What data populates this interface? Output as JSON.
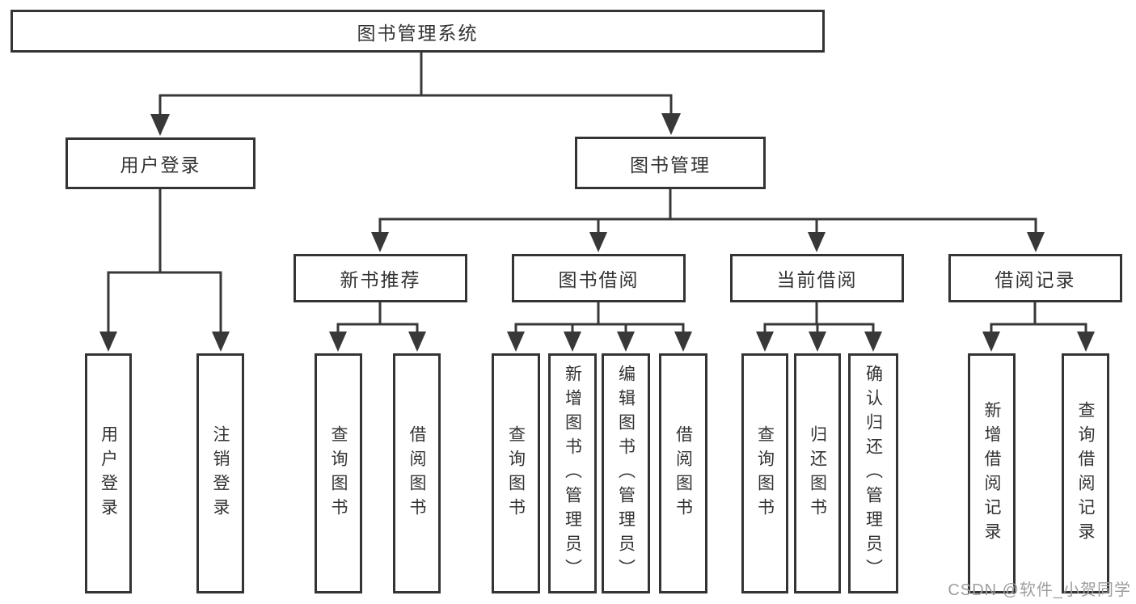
{
  "diagram": {
    "root_label": "图书管理系统",
    "level2": [
      {
        "label": "用户登录",
        "leaves": [
          "用户登录",
          "注销登录"
        ]
      },
      {
        "label": "图书管理",
        "groups": [
          {
            "label": "新书推荐",
            "leaves": [
              "查询图书",
              "借阅图书"
            ]
          },
          {
            "label": "图书借阅",
            "leaves": [
              "查询图书",
              "新增图书（管理员）",
              "编辑图书（管理员）",
              "借阅图书"
            ]
          },
          {
            "label": "当前借阅",
            "leaves": [
              "查询图书",
              "归还图书",
              "确认归还（管理员）"
            ]
          },
          {
            "label": "借阅记录",
            "leaves": [
              "新增借阅记录",
              "查询借阅记录"
            ]
          }
        ]
      }
    ]
  },
  "watermark": "CSDN @软件_小贺同学",
  "colors": {
    "line": "#383838",
    "box_border": "#343434",
    "text": "#333333",
    "watermark": "#9e9e9e",
    "background": "#ffffff"
  }
}
